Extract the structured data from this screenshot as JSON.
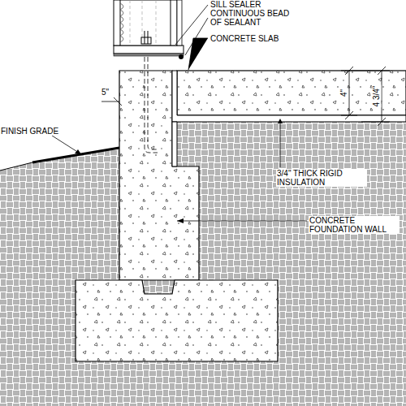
{
  "diagram": {
    "labels": [
      "SILL SEALER",
      "CONTINUOUS BEAD OF SEALANT",
      "CONCRETE SLAB",
      "4\"",
      "4 3/4\"",
      "5\"",
      "FINISH GRADE",
      "3/4\" THICK RIGID INSULATION",
      "CONCRETE FOUNDATION WALL"
    ]
  }
}
